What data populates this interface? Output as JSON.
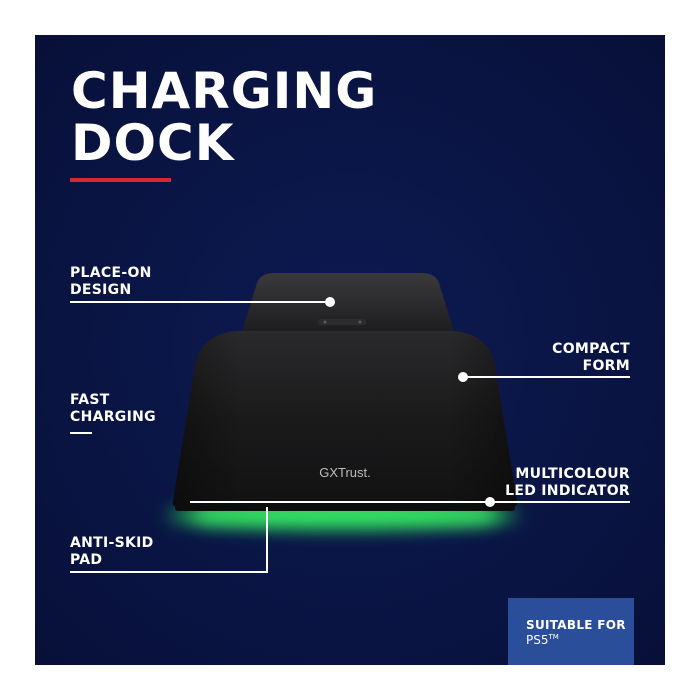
{
  "title": {
    "line1": "CHARGING",
    "line2": "DOCK"
  },
  "colors": {
    "background": "#0a1545",
    "accent": "#d8262e",
    "led": "#2dff5a",
    "badge": "#2a4e9a"
  },
  "features": {
    "place_on": {
      "line1": "PLACE-ON",
      "line2": "DESIGN"
    },
    "fast_charging": {
      "line1": "FAST",
      "line2": "CHARGING"
    },
    "anti_skid": {
      "line1": "ANTI-SKID",
      "line2": "PAD"
    },
    "compact": {
      "line1": "COMPACT",
      "line2": "FORM"
    },
    "led": {
      "line1": "MULTICOLOUR",
      "line2": "LED INDICATOR"
    }
  },
  "device": {
    "logo": "GXTrust."
  },
  "badge": {
    "line1": "SUITABLE FOR",
    "line2": "PS5",
    "line2_sup": "TM"
  }
}
